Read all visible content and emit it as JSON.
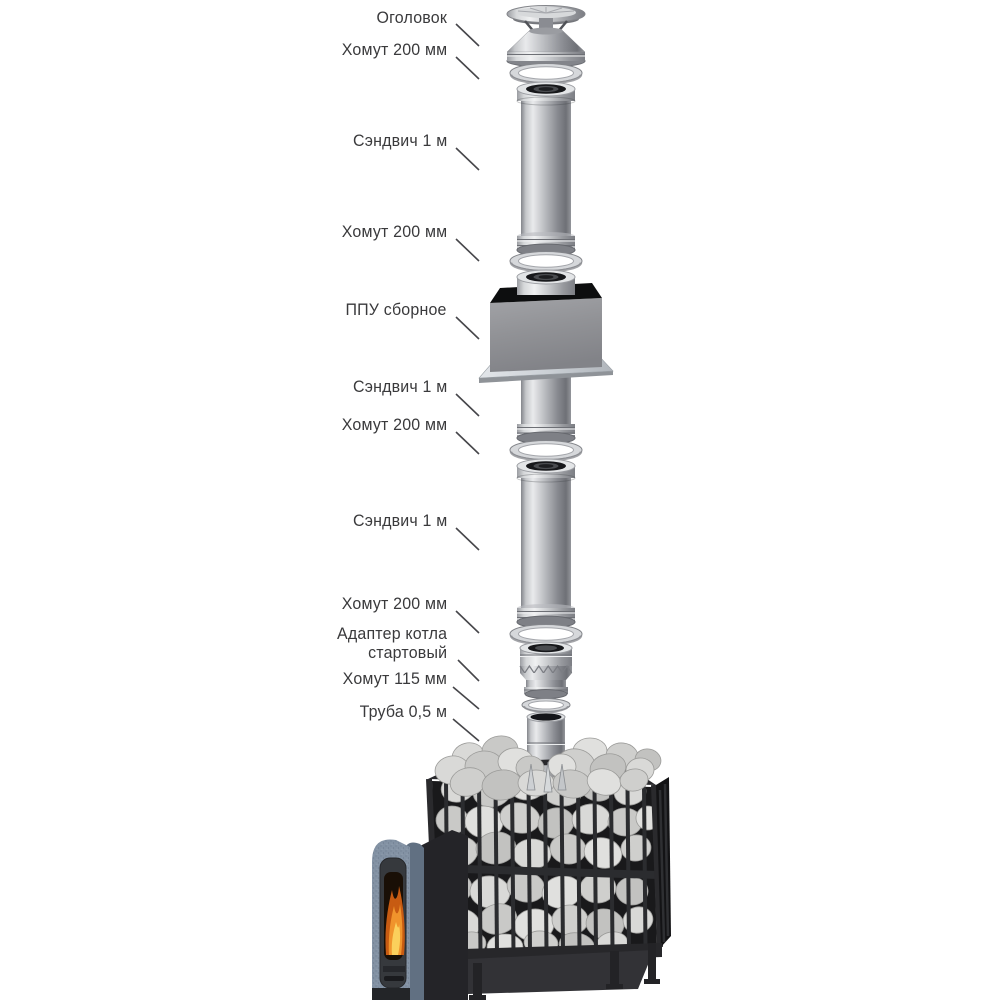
{
  "page": {
    "background": "#ffffff"
  },
  "diagram": {
    "labels": [
      {
        "text": "Оголовок"
      },
      {
        "text": "Хомут 200 мм"
      },
      {
        "text": "Сэндвич 1 м"
      },
      {
        "text": "Хомут 200 мм"
      },
      {
        "text": "ППУ сборное"
      },
      {
        "text": "Сэндвич 1 м"
      },
      {
        "text": "Хомут 200 мм"
      },
      {
        "text": "Сэндвич 1 м"
      },
      {
        "text": "Хомут 200 мм"
      },
      {
        "line1": "Адаптер котла",
        "line2": "стартовый"
      },
      {
        "text": "Хомут 115 мм"
      },
      {
        "text": "Труба 0,5 м"
      }
    ],
    "colors": {
      "label_text": "#3a3a3c",
      "leader_line": "#46464a",
      "metal_light": "#e9eaec",
      "metal_mid": "#a7a9ae",
      "metal_dark": "#6e7076",
      "insulation_dark": "#17181b",
      "basket_frame": "#28282b",
      "stone_light": "#d9d9d7",
      "stone_dark": "#bfbfbd",
      "door_frame_stone": "#8392a4",
      "fire_deep": "#c75b12",
      "fire_orange": "#f0942c",
      "fire_yellow": "#fbd05c"
    }
  }
}
